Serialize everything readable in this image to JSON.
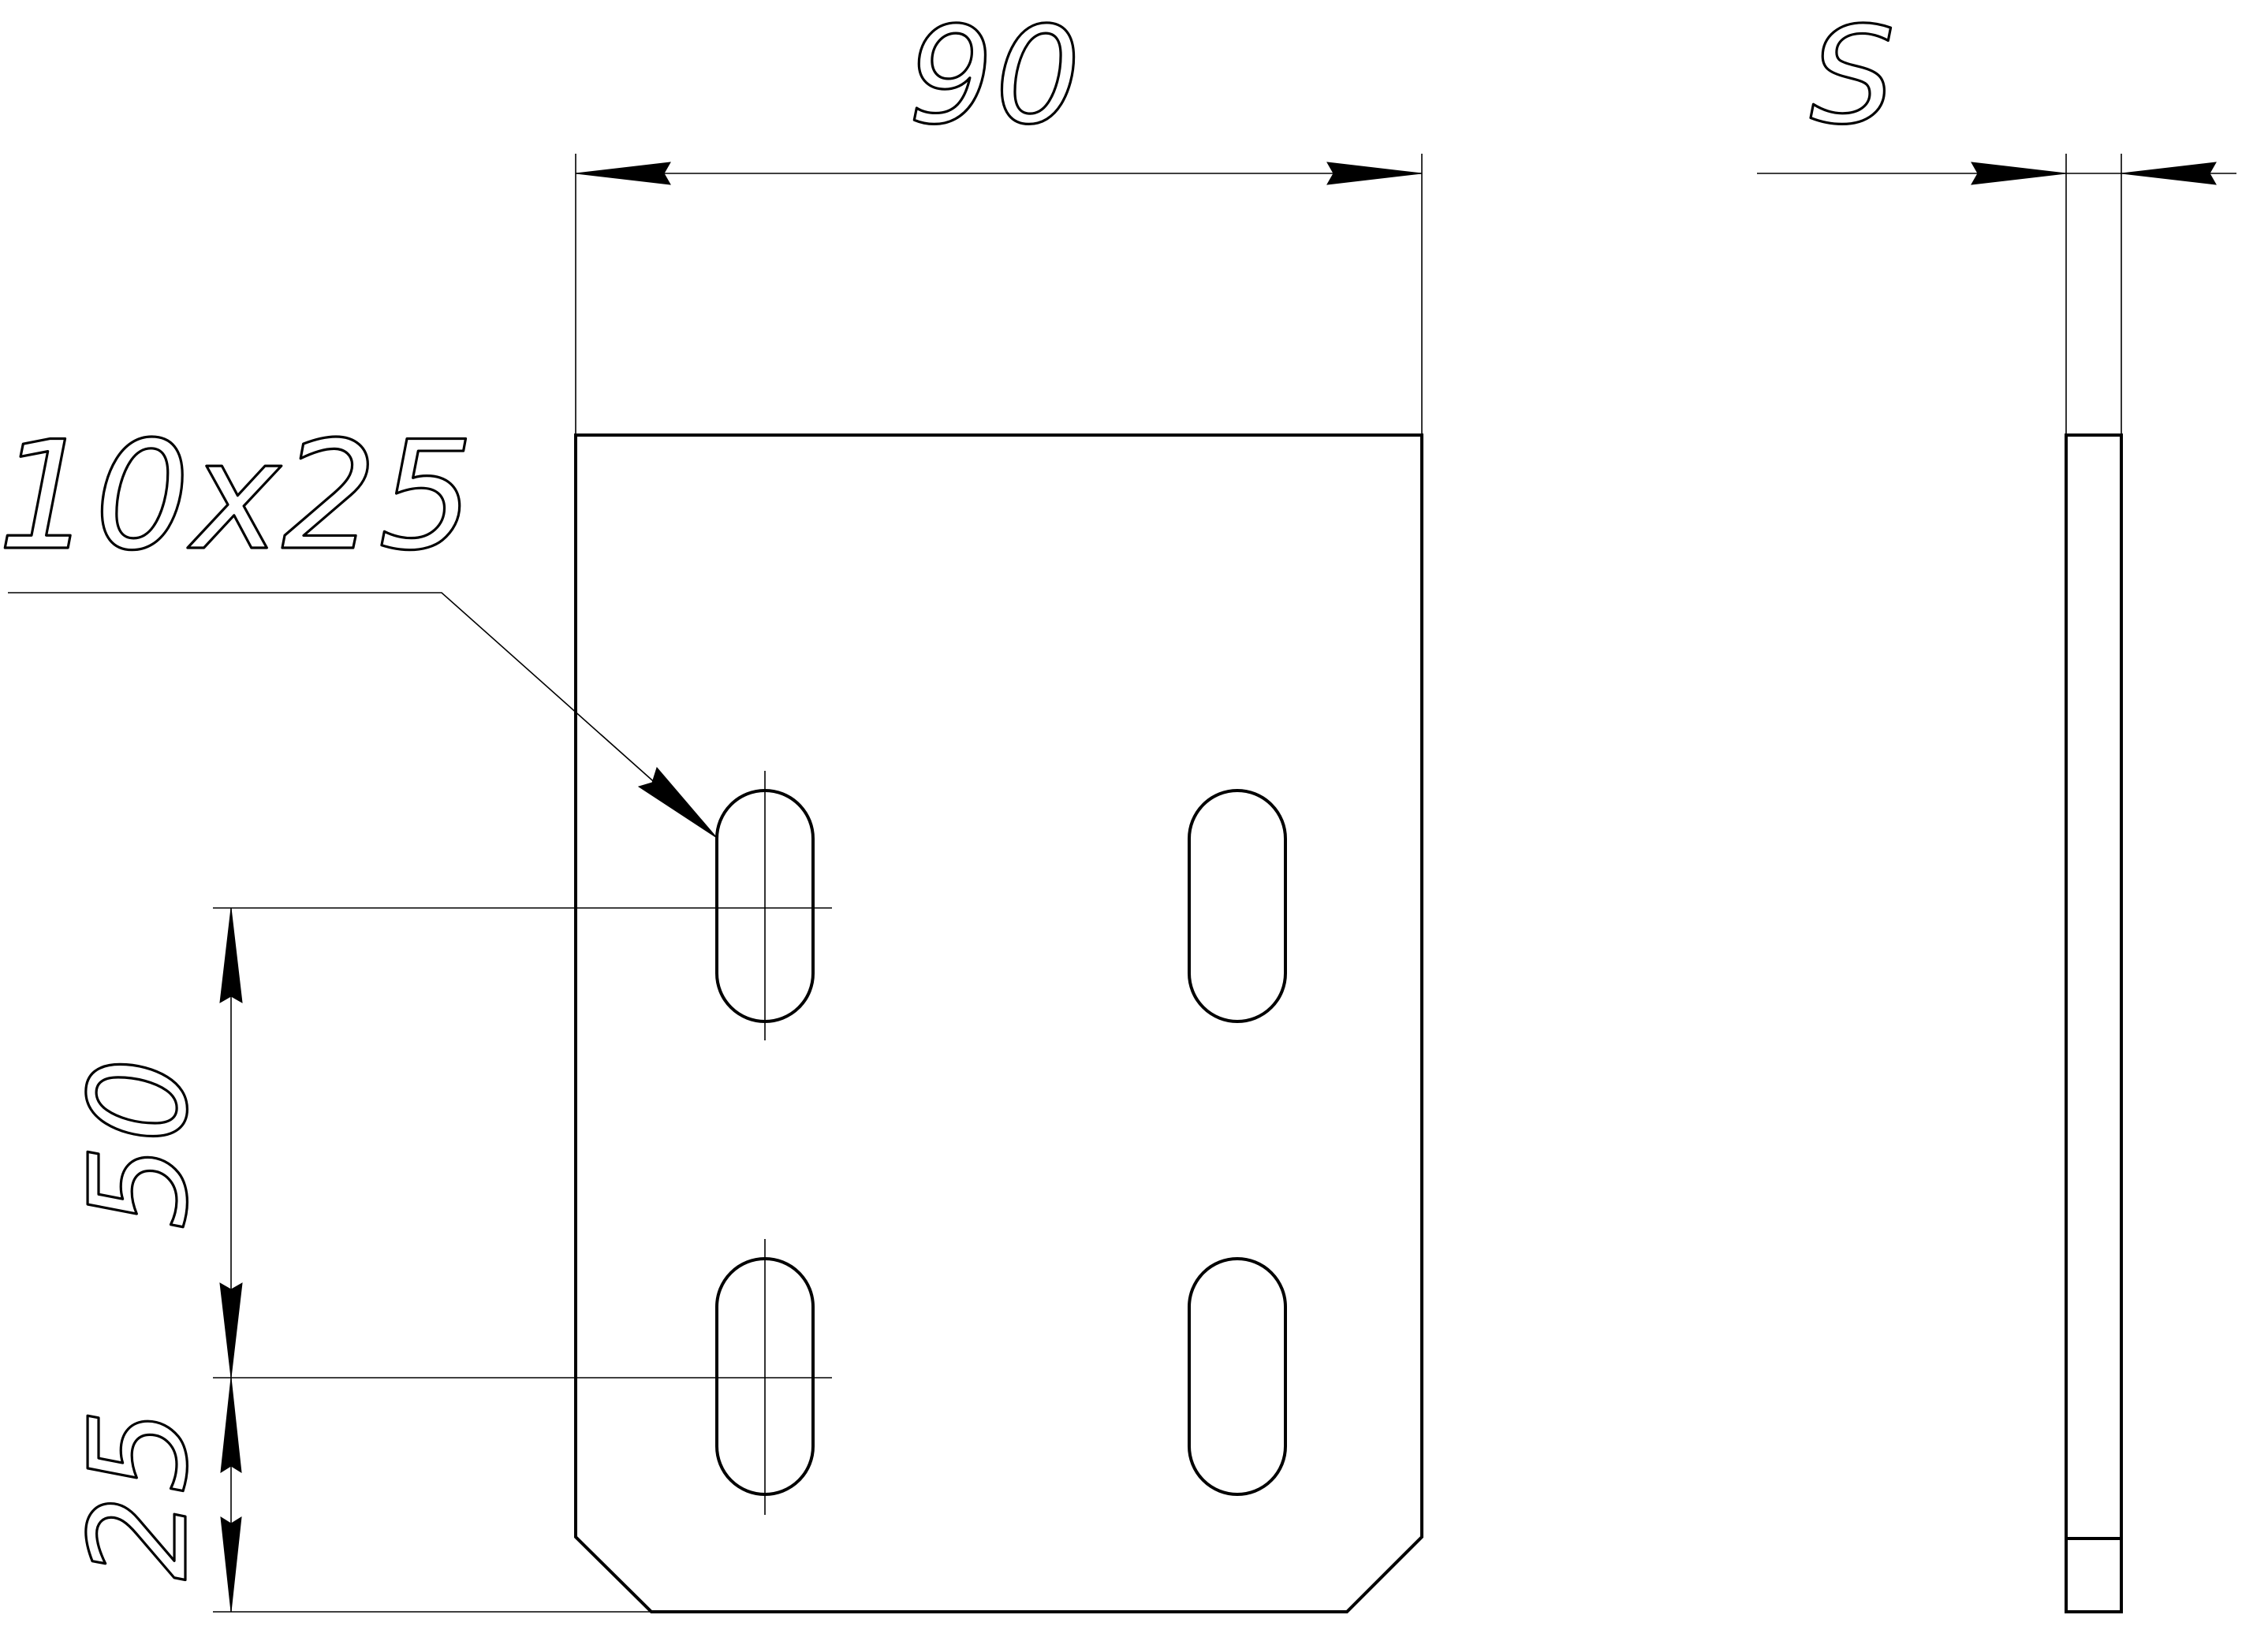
{
  "drawing": {
    "dimensions": {
      "width_label": "90",
      "thickness_label": "S",
      "slot_label": "10x25",
      "slot_pitch_label": "50",
      "edge_offset_label": "25"
    },
    "colors": {
      "line": "#000000",
      "background": "#ffffff"
    }
  }
}
